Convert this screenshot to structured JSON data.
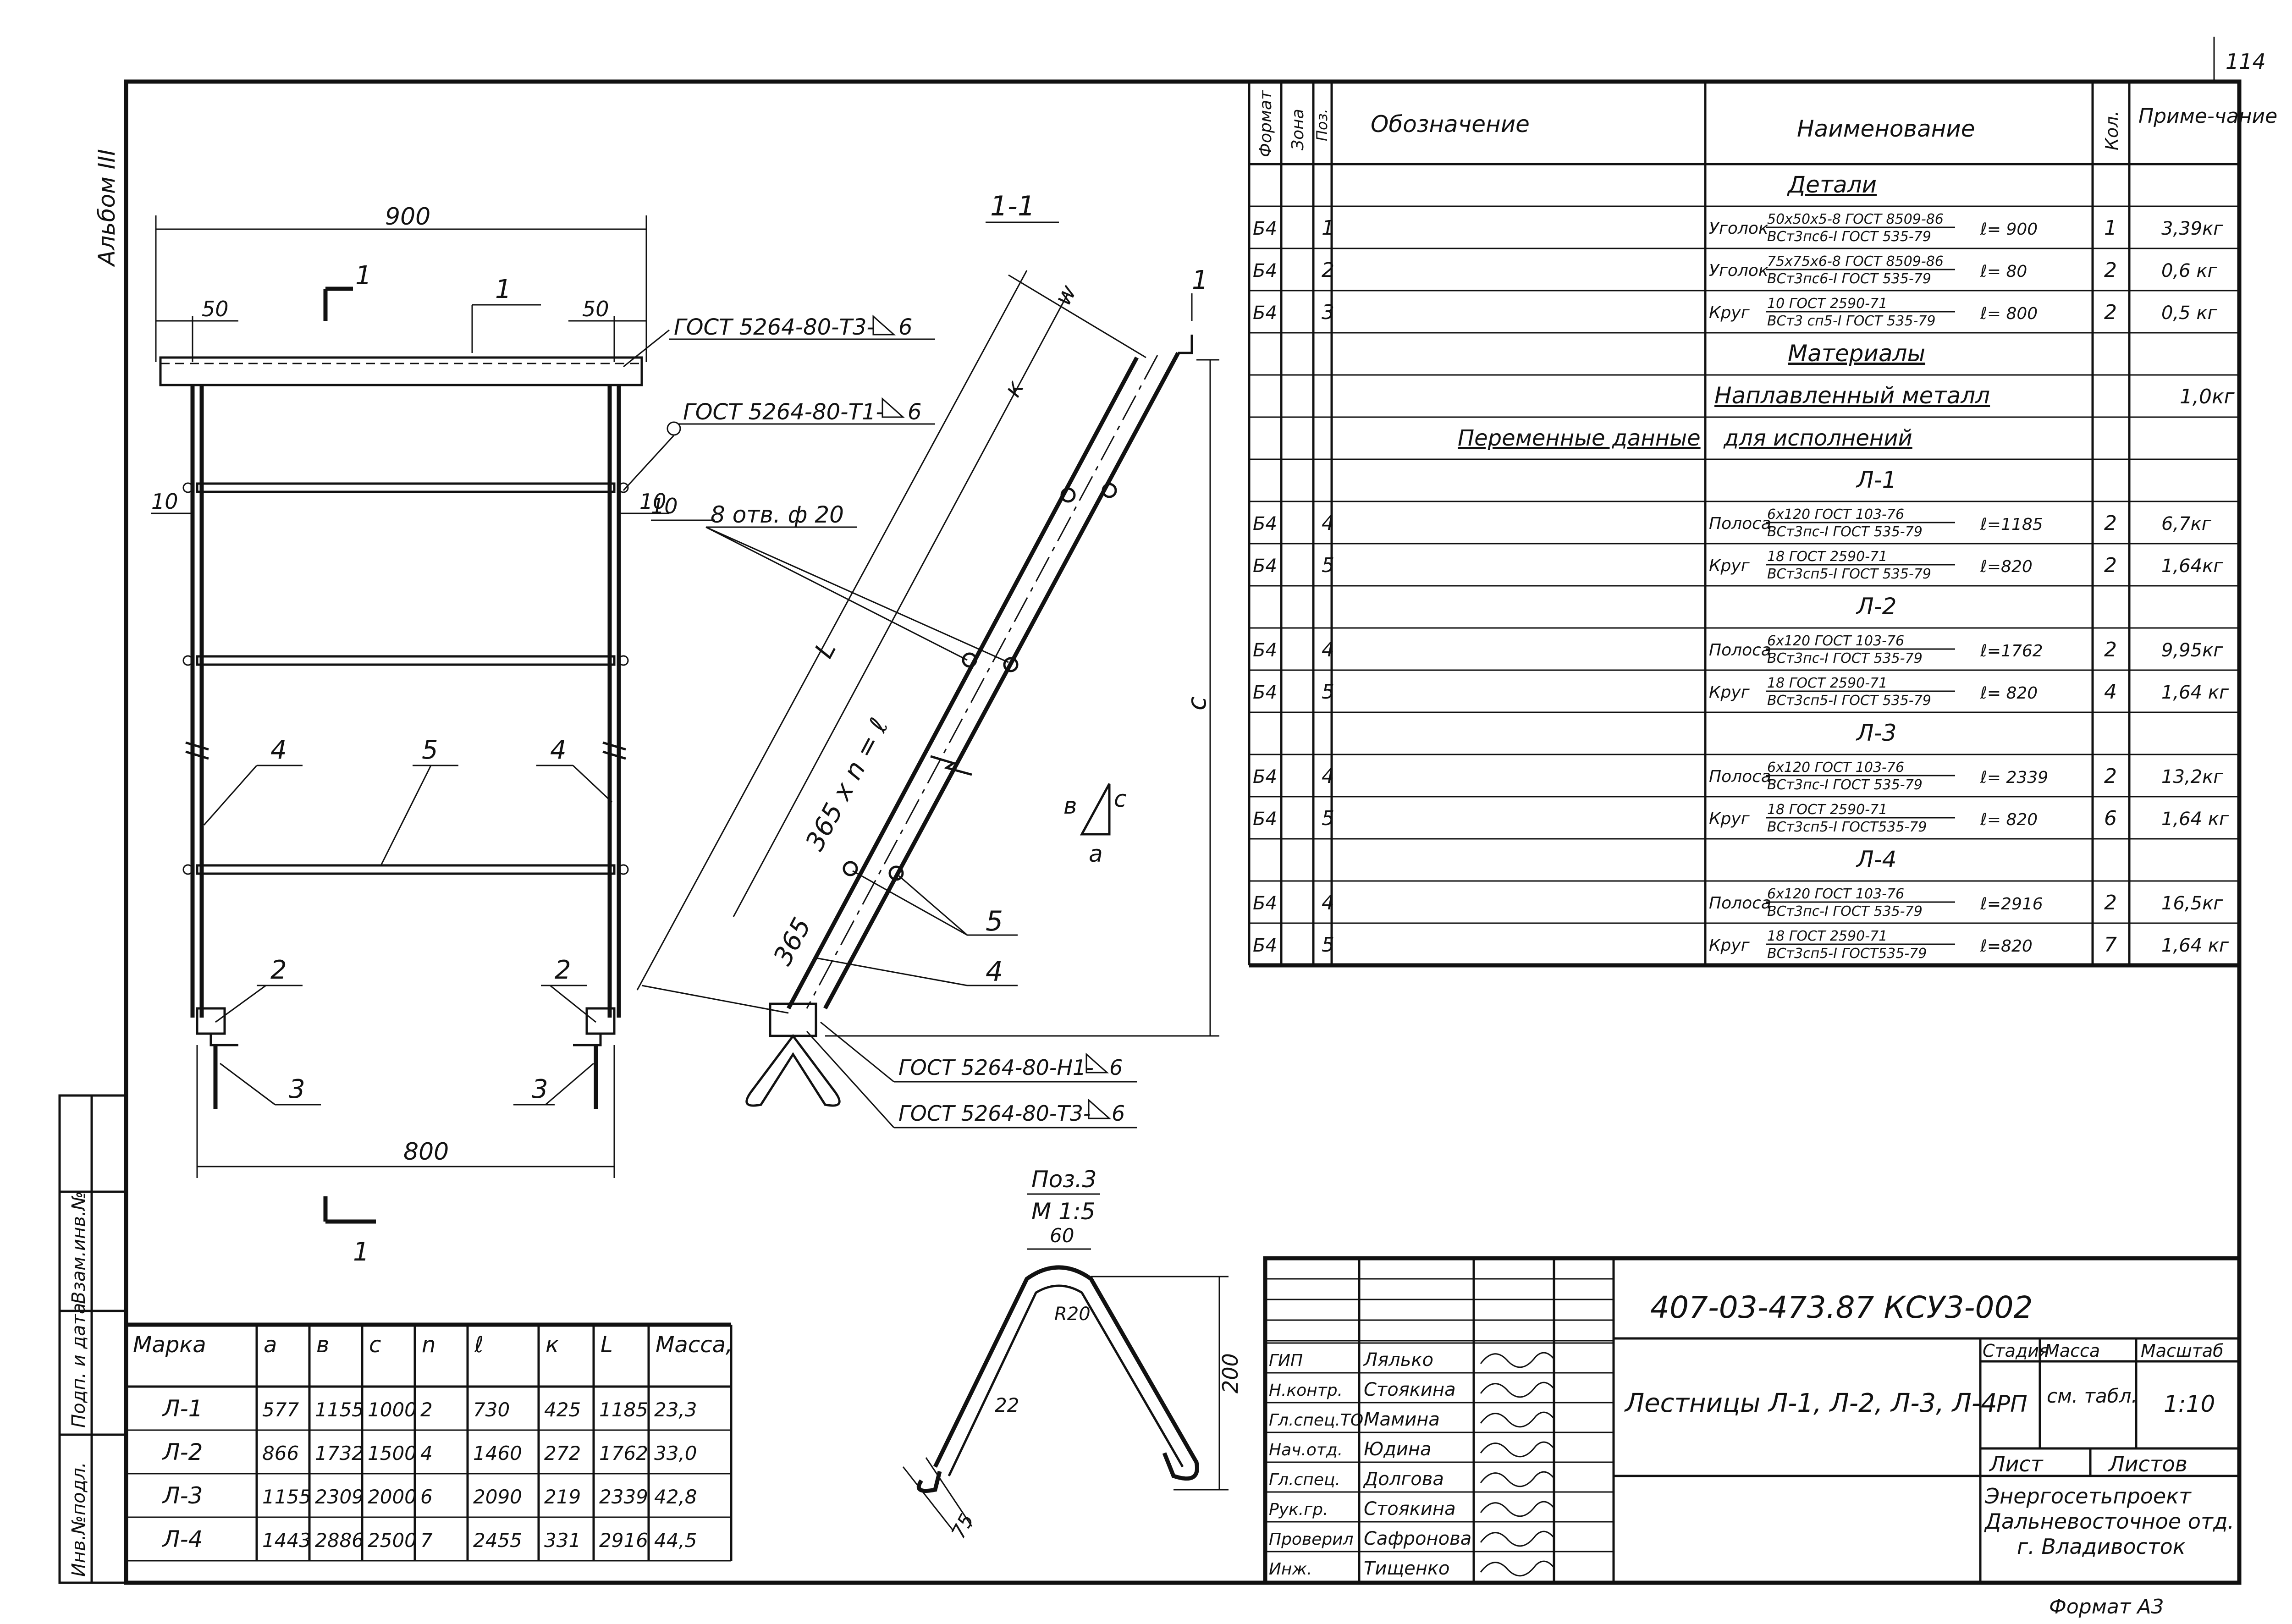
{
  "page_number": "114",
  "album_label": "Альбом III",
  "left_stamp": {
    "inv_podl": "Инв.№подл.",
    "podp_data": "Подп. и дата",
    "vzam_inv": "Взам.инв.№"
  },
  "front_view": {
    "dim_total": "900",
    "dim_left": "50",
    "dim_right": "50",
    "dim_bottom": "800",
    "dim_10_left": "10",
    "dim_10_right": "10",
    "section_mark": "1",
    "pos_1": "1",
    "pos_2_left": "2",
    "pos_2_right": "2",
    "pos_3_left": "3",
    "pos_3_right": "3",
    "pos_4_left": "4",
    "pos_4_right": "4",
    "pos_5": "5",
    "weld_1": "ГОСТ 5264-80-Т3-",
    "weld_1_size": "6",
    "weld_2": "ГОСТ 5264-80-Т1-",
    "weld_2_size": "6"
  },
  "section_view": {
    "title": "1-1",
    "dim_w": "w",
    "dim_k": "к",
    "dim_L": "L",
    "dim_main": "365 x n = ℓ",
    "dim_365": "365",
    "dim_c": "с",
    "holes": "8 отв. ф 20",
    "pos_1": "1",
    "pos_4": "4",
    "pos_5": "5",
    "triangle_b": "в",
    "triangle_c": "с",
    "triangle_a": "а",
    "weld_3": "ГОСТ 5264-80-Н1-",
    "weld_3_size": "6",
    "weld_4": "ГОСТ 5264-80-Т3-",
    "weld_4_size": "6"
  },
  "detail_pos3": {
    "title": "Поз.3",
    "scale": "М 1:5",
    "dim_60": "60",
    "dim_R20": "R20",
    "dim_200": "200",
    "dim_22": "22",
    "dim_75": "75"
  },
  "spec_table": {
    "headers": {
      "format": "Формат",
      "zone": "Зона",
      "pos": "Поз.",
      "designation": "Обозначение",
      "name": "Наименование",
      "qty": "Кол.",
      "note": "Приме-чание"
    },
    "rows": [
      {
        "type": "section",
        "name": "Детали"
      },
      {
        "format": "Б4",
        "pos": "1",
        "prefix": "Уголок",
        "num": "50х50х5-8 ГОСТ 8509-86",
        "den": "ВСт3пс6-I ГОСТ 535-79",
        "len": "ℓ= 900",
        "qty": "1",
        "note": "3,39кг"
      },
      {
        "format": "Б4",
        "pos": "2",
        "prefix": "Уголок",
        "num": "75х75х6-8 ГОСТ 8509-86",
        "den": "ВСт3пс6-I ГОСТ 535-79",
        "len": "ℓ= 80",
        "qty": "2",
        "note": "0,6 кг"
      },
      {
        "format": "Б4",
        "pos": "3",
        "prefix": "Круг",
        "num": "10 ГОСТ 2590-71",
        "den": "ВСт3 сп5-I ГОСТ 535-79",
        "len": "ℓ= 800",
        "qty": "2",
        "note": "0,5 кг"
      },
      {
        "type": "section",
        "name": "Материалы"
      },
      {
        "type": "plain",
        "name": "Наплавленный металл",
        "note": "1,0кг"
      },
      {
        "type": "variable",
        "designation": "Переменные данные",
        "name": "для исполнений"
      },
      {
        "type": "sub",
        "name": "Л-1"
      },
      {
        "format": "Б4",
        "pos": "4",
        "prefix": "Полоса",
        "num": "6х120 ГОСТ 103-76",
        "den": "ВСт3пс-I ГОСТ 535-79",
        "len": "ℓ=1185",
        "qty": "2",
        "note": "6,7кг"
      },
      {
        "format": "Б4",
        "pos": "5",
        "prefix": "Круг",
        "num": "18 ГОСТ 2590-71",
        "den": "ВСт3сп5-I ГОСТ 535-79",
        "len": "ℓ=820",
        "qty": "2",
        "note": "1,64кг"
      },
      {
        "type": "sub",
        "name": "Л-2"
      },
      {
        "format": "Б4",
        "pos": "4",
        "prefix": "Полоса",
        "num": "6х120 ГОСТ 103-76",
        "den": "ВСт3пс-I ГОСТ 535-79",
        "len": "ℓ=1762",
        "qty": "2",
        "note": "9,95кг"
      },
      {
        "format": "Б4",
        "pos": "5",
        "prefix": "Круг",
        "num": "18 ГОСТ 2590-71",
        "den": "ВСт3сп5-I ГОСТ 535-79",
        "len": "ℓ= 820",
        "qty": "4",
        "note": "1,64 кг"
      },
      {
        "type": "sub",
        "name": "Л-3"
      },
      {
        "format": "Б4",
        "pos": "4",
        "prefix": "Полоса",
        "num": "6х120 ГОСТ 103-76",
        "den": "ВСт3пс-I ГОСТ 535-79",
        "len": "ℓ= 2339",
        "qty": "2",
        "note": "13,2кг"
      },
      {
        "format": "Б4",
        "pos": "5",
        "prefix": "Круг",
        "num": "18 ГОСТ 2590-71",
        "den": "ВСт3сп5-I ГОСТ535-79",
        "len": "ℓ= 820",
        "qty": "6",
        "note": "1,64 кг"
      },
      {
        "type": "sub",
        "name": "Л-4"
      },
      {
        "format": "Б4",
        "pos": "4",
        "prefix": "Полоса",
        "num": "6х120 ГОСТ 103-76",
        "den": "ВСт3пс-I ГОСТ 535-79",
        "len": "ℓ=2916",
        "qty": "2",
        "note": "16,5кг"
      },
      {
        "format": "Б4",
        "pos": "5",
        "prefix": "Круг",
        "num": "18 ГОСТ 2590-71",
        "den": "ВСт3сп5-I ГОСТ535-79",
        "len": "ℓ=820",
        "qty": "7",
        "note": "1,64 кг"
      }
    ]
  },
  "marks_table": {
    "headers": [
      "Марка",
      "а мм",
      "в мм",
      "с мм",
      "n",
      "ℓ мм",
      "к мм",
      "L мм",
      "Масса, кг"
    ],
    "rows": [
      [
        "Л-1",
        "577",
        "1155",
        "1000",
        "2",
        "730",
        "425",
        "1185",
        "23,3"
      ],
      [
        "Л-2",
        "866",
        "1732",
        "1500",
        "4",
        "1460",
        "272",
        "1762",
        "33,0"
      ],
      [
        "Л-3",
        "1155",
        "2309",
        "2000",
        "6",
        "2090",
        "219",
        "2339",
        "42,8"
      ],
      [
        "Л-4",
        "1443",
        "2886",
        "2500",
        "7",
        "2455",
        "331",
        "2916",
        "44,5"
      ]
    ]
  },
  "title_block": {
    "code": "407-03-473.87   КСУ3-002",
    "title": "Лестницы Л-1, Л-2, Л-3, Л-4",
    "stage_label": "Стадия",
    "mass_label": "Масса",
    "scale_label": "Масштаб",
    "stage": "РП",
    "mass": "см. табл.",
    "scale": "1:10",
    "sheet_label": "Лист",
    "sheets_label": "Листов",
    "org_1": "Энергосетьпроект",
    "org_2": "Дальневосточное отд.",
    "org_3": "г. Владивосток",
    "format": "Формат А3",
    "people": [
      {
        "role": "ГИП",
        "name": "Лялько"
      },
      {
        "role": "Н.контр.",
        "name": "Стоякина"
      },
      {
        "role": "Гл.спец.ТО",
        "name": "Мамина"
      },
      {
        "role": "Нач.отд.",
        "name": "Юдина"
      },
      {
        "role": "Гл.спец.",
        "name": "Долгова"
      },
      {
        "role": "Рук.гр.",
        "name": "Стоякина"
      },
      {
        "role": "Проверил",
        "name": "Сафронова"
      },
      {
        "role": "Инж.",
        "name": "Тищенко"
      }
    ]
  }
}
